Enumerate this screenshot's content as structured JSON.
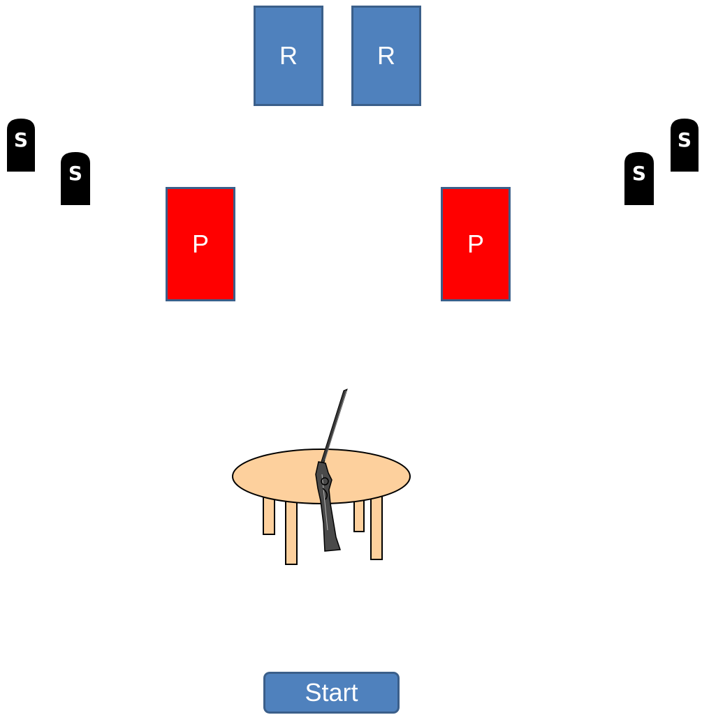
{
  "cards": {
    "r1": "R",
    "r2": "R",
    "p1": "P",
    "p2": "P"
  },
  "tombstones": {
    "letter": "S",
    "count": 4
  },
  "start_button": {
    "label": "Start"
  },
  "colors": {
    "r_card": "#4f81bd",
    "p_card": "#ff0000",
    "border": "#3b5f8a",
    "table": "#fdd09d",
    "tombstone": "#000000"
  },
  "icons": {
    "table": "table-icon",
    "gun": "shotgun-icon",
    "tombstone": "tombstone-icon"
  }
}
